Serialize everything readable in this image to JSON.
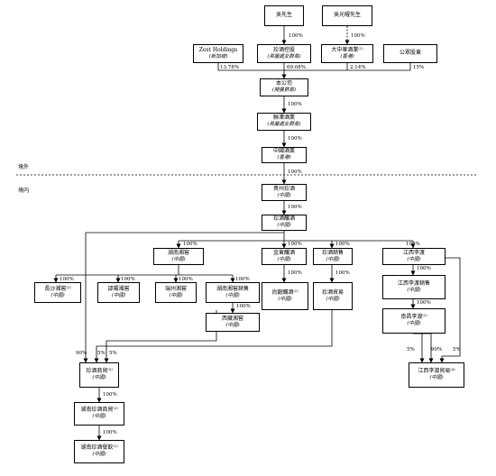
{
  "regions": {
    "overseas": "境外",
    "domestic": "境内"
  },
  "entities": {
    "mr_wu": {
      "name": "吳先生",
      "sub": ""
    },
    "mr_wu_guangyao": {
      "name": "吳光曜先生",
      "sub": ""
    },
    "zest": {
      "name": "Zest Holdings",
      "sub": "(新加坡)"
    },
    "zhenjiu_holdings": {
      "name": "珍酒控股",
      "sub": "(英屬處女群島)"
    },
    "dazhong_huaxia": {
      "name": "大中華酒業⁽¹⁾",
      "sub": "(香港)"
    },
    "public": {
      "name": "公眾股東",
      "sub": ""
    },
    "company": {
      "name": "本公司",
      "sub": "(開曼群島)"
    },
    "zhenze_liquor": {
      "name": "聯澤酒業",
      "sub": "(英屬處女群島)"
    },
    "china_liquor": {
      "name": "中國酒業",
      "sub": "(香港)"
    },
    "guizhou_zhenjiu": {
      "name": "貴州珍酒",
      "sub": "(中國)"
    },
    "zhenjiu_niang": {
      "name": "珍酒釀酒",
      "sub": "(中國)"
    },
    "hunan_xiangjiao": {
      "name": "湖南湘窖",
      "sub": "(中國)"
    },
    "jinguan_niang": {
      "name": "金東釀酒",
      "sub": "(中國)"
    },
    "zhenjiu_sales": {
      "name": "珍酒銷售",
      "sub": "(中國)"
    },
    "jiangxi_lidu": {
      "name": "江西李渡",
      "sub": "(中國)"
    },
    "changsha_xiangjiao": {
      "name": "長沙湘窖⁽²⁾",
      "sub": "(中國)"
    },
    "shaoyang_xiangjiao": {
      "name": "邵陽湘窖",
      "sub": "(中國)"
    },
    "yongzhou_xiangjiao": {
      "name": "瑞州湘窖",
      "sub": "(中國)"
    },
    "hunan_xiangjiao_sales": {
      "name": "湖南湘窖銷售",
      "sub": "(中國)"
    },
    "xizang_xiangjiao": {
      "name": "西藏湘窖",
      "sub": "(中國)"
    },
    "shanglong_niang": {
      "name": "尚龍釀酒⁽²⁾",
      "sub": "(中國)"
    },
    "zhenjiu_trade": {
      "name": "珍酒貿易",
      "sub": "(中國)"
    },
    "jiangxi_lidu_sales": {
      "name": "江西李渡銷售",
      "sub": "(中國)"
    },
    "nanchang_lidu": {
      "name": "南昌李渡⁽²⁾",
      "sub": "(中國)"
    },
    "zhenjiu_commerce": {
      "name": "珍酒商貿⁽³⁾",
      "sub": "(中國)"
    },
    "jiangxi_lidu_trade": {
      "name": "江西李渡貿易⁽⁴⁾",
      "sub": "(中國)"
    },
    "hunan_zhenjiu_commerce": {
      "name": "湖南珍酒商貿⁽²⁾",
      "sub": "(中國)"
    },
    "hunan_zhenjiu_catering": {
      "name": "湖南珍酒餐飲⁽²⁾",
      "sub": "(中國)"
    }
  },
  "percentages": {
    "wu_to_holdings": "100%",
    "wugy_to_dazhong": "100%",
    "zest_to_company": "13.78%",
    "holdings_to_company": "69.08%",
    "dazhong_to_company": "2.14%",
    "public_to_company": "15%",
    "company_to_zhenze": "100%",
    "zhenze_to_china": "100%",
    "china_to_guizhou": "100%",
    "guizhou_to_niang": "100%",
    "to_hunan_xiangjiao": "100%",
    "to_jinguan": "100%",
    "to_zhenjiu_sales": "100%",
    "to_jiangxi_lidu": "100%",
    "to_changsha": "100%",
    "to_shaoyang": "100%",
    "to_yongzhou": "100%",
    "to_xiangjiao_sales": "100%",
    "to_xizang": "100%",
    "to_shanglong": "100%",
    "to_zhenjiu_trade": "100%",
    "to_lidu_sales": "100%",
    "to_nanchang": "100%",
    "commerce_90": "90%",
    "commerce_5a": "5%",
    "commerce_5b": "5%",
    "lidutrade_5a": "5%",
    "lidutrade_90": "90%",
    "lidutrade_5b": "5%",
    "to_hunan_commerce": "100%",
    "to_hunan_catering": "100%"
  }
}
